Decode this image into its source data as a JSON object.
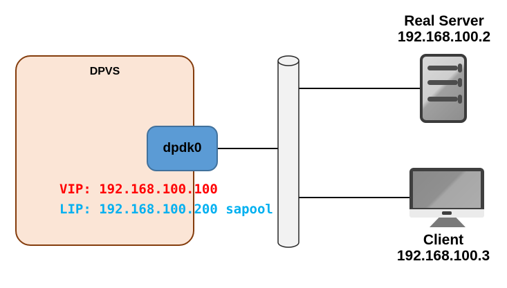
{
  "diagram": {
    "dpvs": {
      "title": "DPVS",
      "interface_label": "dpdk0",
      "vip_text": "VIP: 192.168.100.100",
      "lip_text": "LIP: 192.168.100.200 sapool"
    },
    "real_server": {
      "name": "Real Server",
      "ip": "192.168.100.2"
    },
    "client": {
      "name": "Client",
      "ip": "192.168.100.3"
    },
    "colors": {
      "dpvs_fill": "#fbe5d6",
      "dpvs_border": "#843c0c",
      "dpdk_fill": "#5b9bd5",
      "dpdk_border": "#41719c",
      "vip_color": "#ff0000",
      "lip_color": "#00b0f0",
      "bus_fill": "#f2f2f2",
      "bus_stroke": "#262626",
      "line_color": "#000000"
    }
  }
}
